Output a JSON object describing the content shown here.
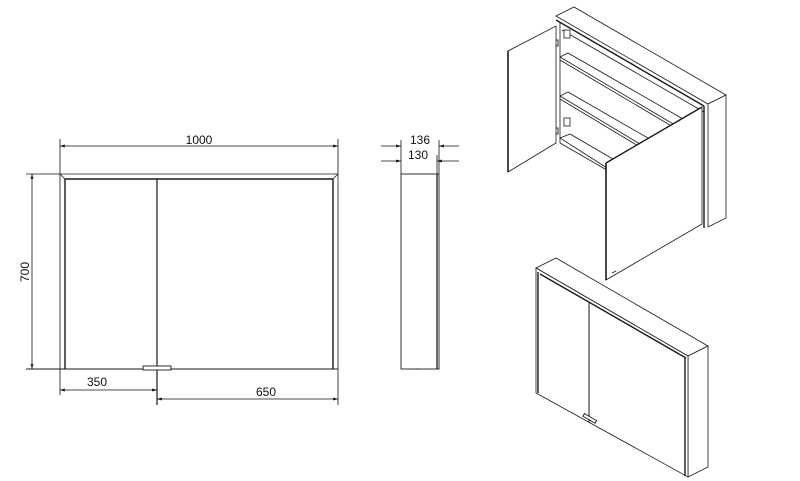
{
  "diagram": {
    "type": "technical-drawing",
    "subject": "mirror-cabinet-two-doors",
    "colors": {
      "line": "#1a1a1a",
      "thin_line": "#555555",
      "background": "#ffffff"
    },
    "front_view": {
      "width_label": "1000",
      "height_label": "700",
      "left_door_label": "350",
      "right_door_label": "650"
    },
    "side_view": {
      "outer_depth_label": "136",
      "inner_depth_label": "130"
    },
    "iso_open_view": {
      "state": "doors open",
      "shelves": 2
    },
    "iso_closed_view": {
      "state": "doors closed"
    }
  }
}
